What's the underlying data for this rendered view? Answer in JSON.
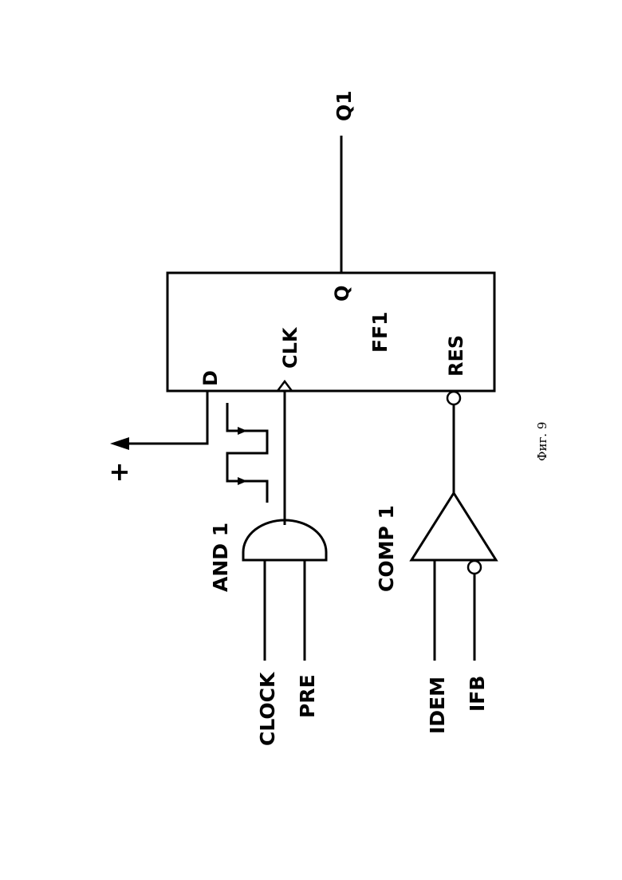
{
  "figure": {
    "caption": "Фиг. 9"
  },
  "flipflop": {
    "name": "FF1",
    "pin_d": "D",
    "pin_clk": "CLK",
    "pin_q": "Q",
    "pin_res": "RES"
  },
  "and_gate": {
    "name": "AND 1",
    "input_a": "CLOCK",
    "input_b": "PRE"
  },
  "comparator": {
    "name": "COMP 1",
    "input_a": "IDEM",
    "input_b": "IFB"
  },
  "supply": {
    "label": "+"
  },
  "output": {
    "label": "Q1"
  }
}
